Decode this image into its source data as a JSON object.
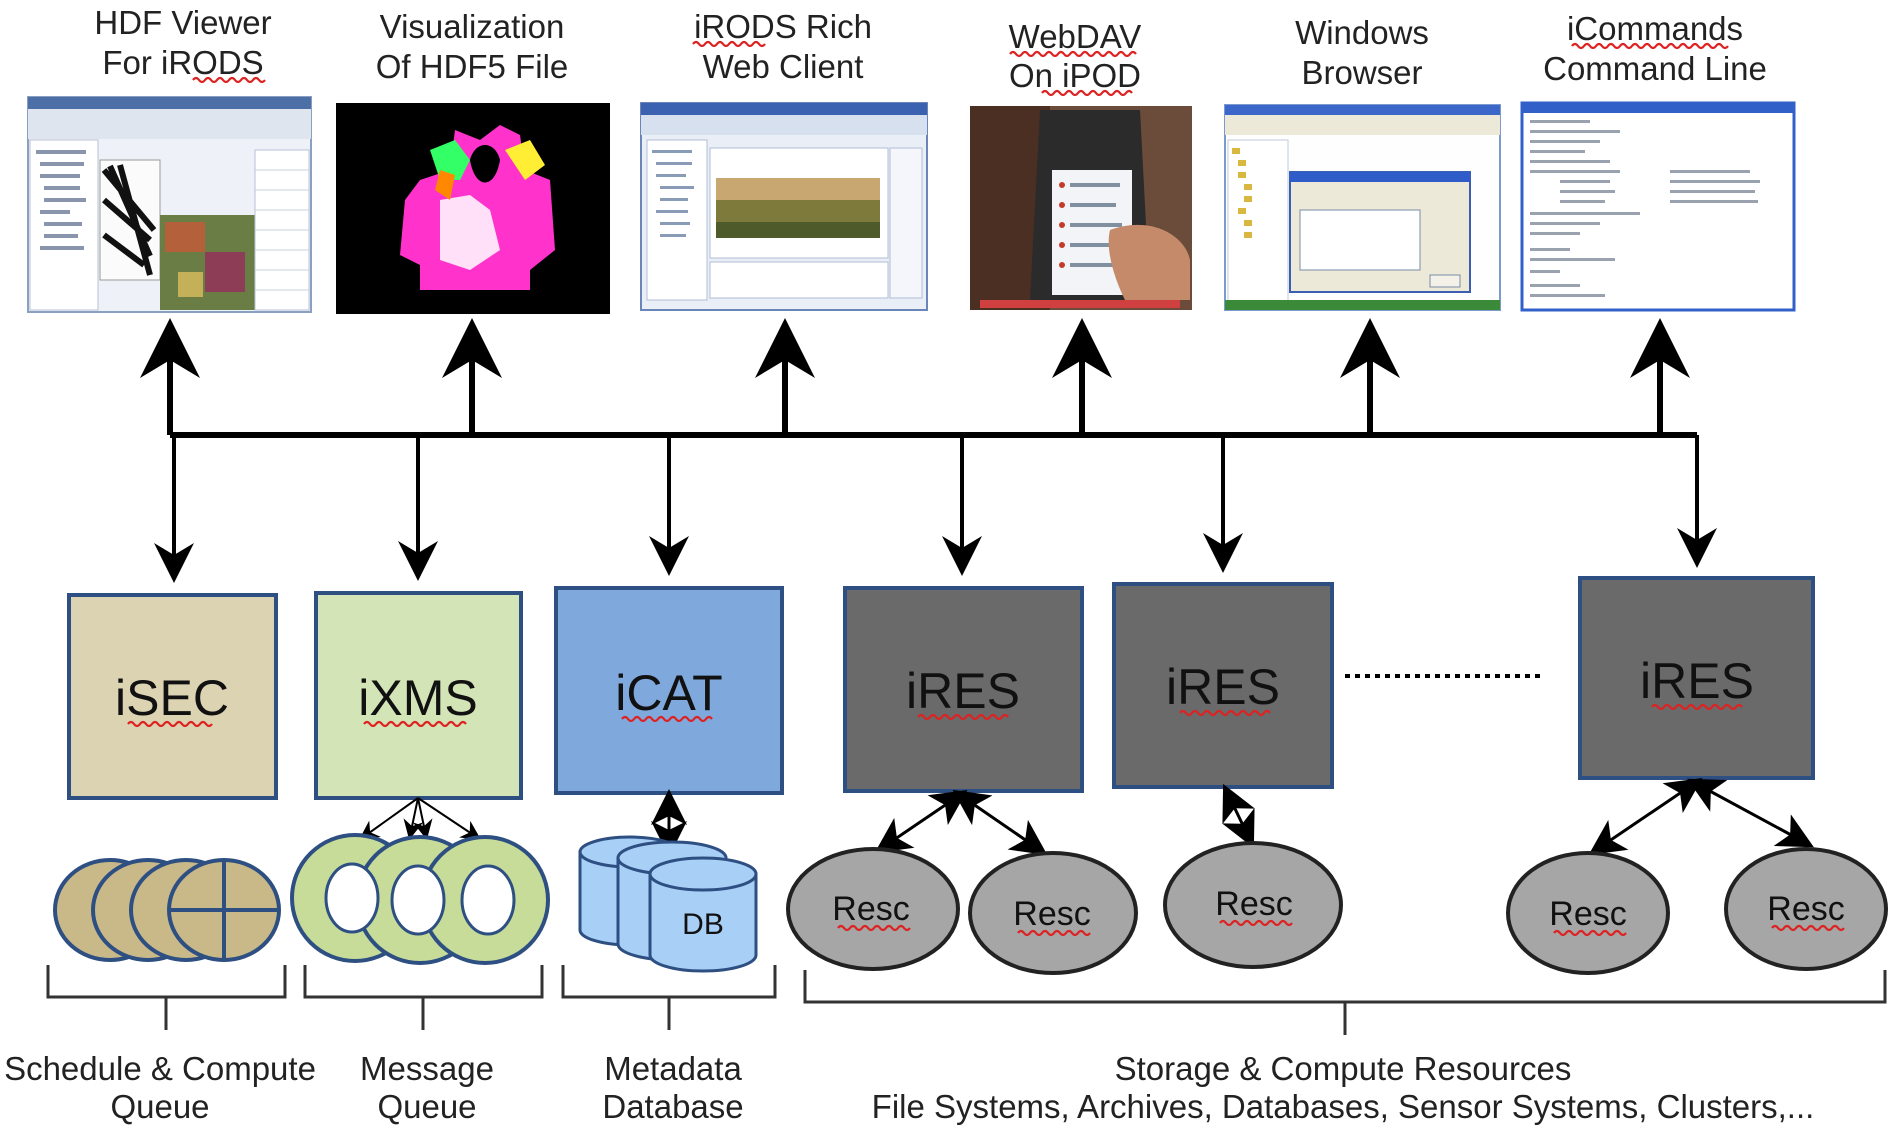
{
  "clients": [
    {
      "title1": "HDF Viewer",
      "title2": "For iRODS",
      "icon": "hdf-viewer-screenshot"
    },
    {
      "title1": "Visualization",
      "title2": "Of HDF5 File",
      "icon": "hdf5-visualization-image"
    },
    {
      "title1": "iRODS Rich",
      "title2": "Web Client",
      "icon": "web-client-screenshot"
    },
    {
      "title1": "WebDAV",
      "title2": "On iPOD",
      "icon": "ipod-photo"
    },
    {
      "title1": "Windows",
      "title2": "Browser",
      "icon": "windows-browser-screenshot"
    },
    {
      "title1": "iCommands",
      "title2": "Command Line",
      "icon": "command-line-screenshot"
    }
  ],
  "components": [
    {
      "label": "iSEC",
      "color": "#dcd3b2"
    },
    {
      "label": "iXMS",
      "color": "#d3e4b6"
    },
    {
      "label": "iCAT",
      "color": "#7fa9dc"
    },
    {
      "label": "iRES",
      "color": "#6a6a6a"
    },
    {
      "label": "iRES",
      "color": "#6a6a6a"
    },
    {
      "label": "iRES",
      "color": "#6a6a6a"
    }
  ],
  "resources": {
    "label": "Resc",
    "color": "#a6a6a6"
  },
  "db_label": "DB",
  "captions": [
    {
      "line1": "Schedule & Compute",
      "line2": "Queue"
    },
    {
      "line1": "Message",
      "line2": "Queue"
    },
    {
      "line1": "Metadata",
      "line2": "Database"
    },
    {
      "line1": "Storage  & Compute Resources",
      "line2": "File Systems, Archives, Databases, Sensor Systems, Clusters,..."
    }
  ],
  "colors": {
    "box_border": "#2e4f82",
    "queue_fill": "#c9b989",
    "ring_fill": "#c7dc99",
    "db_fill": "#a8cff6",
    "arrow": "#000000"
  }
}
